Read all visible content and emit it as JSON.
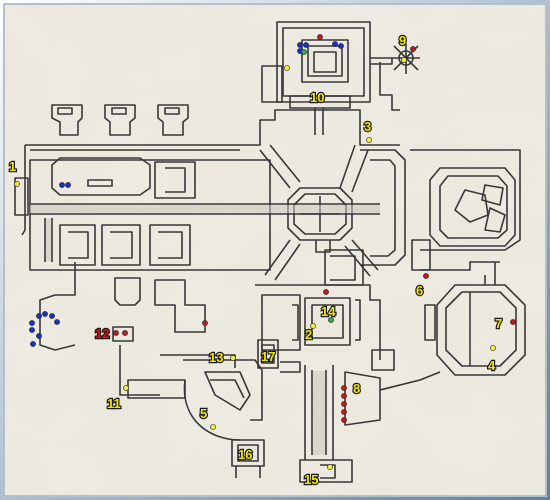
{
  "colors": {
    "background": "#e9e5da",
    "frame_light": "#ffffff",
    "frame_dark": "#4a6a8c",
    "wall": "#3a3a3a",
    "corridor": "#bfbdb6",
    "label_yellow": "#f2e600",
    "label_red": "#e01010",
    "marker_yellow": "#f5ef3a",
    "marker_red": "#c01a1a",
    "marker_blue": "#1a2fc8",
    "marker_green": "#3aa84a"
  },
  "labels": [
    {
      "id": "1",
      "text": "1",
      "color": "yellow"
    },
    {
      "id": "2",
      "text": "2",
      "color": "yellow"
    },
    {
      "id": "3",
      "text": "3",
      "color": "yellow"
    },
    {
      "id": "4",
      "text": "4",
      "color": "yellow"
    },
    {
      "id": "5",
      "text": "5",
      "color": "yellow"
    },
    {
      "id": "6",
      "text": "6",
      "color": "yellow"
    },
    {
      "id": "7",
      "text": "7",
      "color": "yellow"
    },
    {
      "id": "8",
      "text": "8",
      "color": "yellow"
    },
    {
      "id": "9",
      "text": "9",
      "color": "yellow"
    },
    {
      "id": "10",
      "text": "10",
      "color": "yellow"
    },
    {
      "id": "11",
      "text": "11",
      "color": "yellow"
    },
    {
      "id": "12",
      "text": "12",
      "color": "red"
    },
    {
      "id": "13",
      "text": "13",
      "color": "yellow"
    },
    {
      "id": "14",
      "text": "14",
      "color": "yellow"
    },
    {
      "id": "15",
      "text": "15",
      "color": "yellow"
    },
    {
      "id": "16",
      "text": "16",
      "color": "yellow"
    },
    {
      "id": "17",
      "text": "17",
      "color": "yellow"
    }
  ],
  "marker_groups": {
    "yellow": {
      "color": "#f5ef3a",
      "name": "yellow-marker"
    },
    "red": {
      "color": "#c01a1a",
      "name": "red-marker"
    },
    "blue": {
      "color": "#1a2fc8",
      "name": "blue-marker"
    },
    "green": {
      "color": "#3aa84a",
      "name": "green-marker"
    }
  }
}
